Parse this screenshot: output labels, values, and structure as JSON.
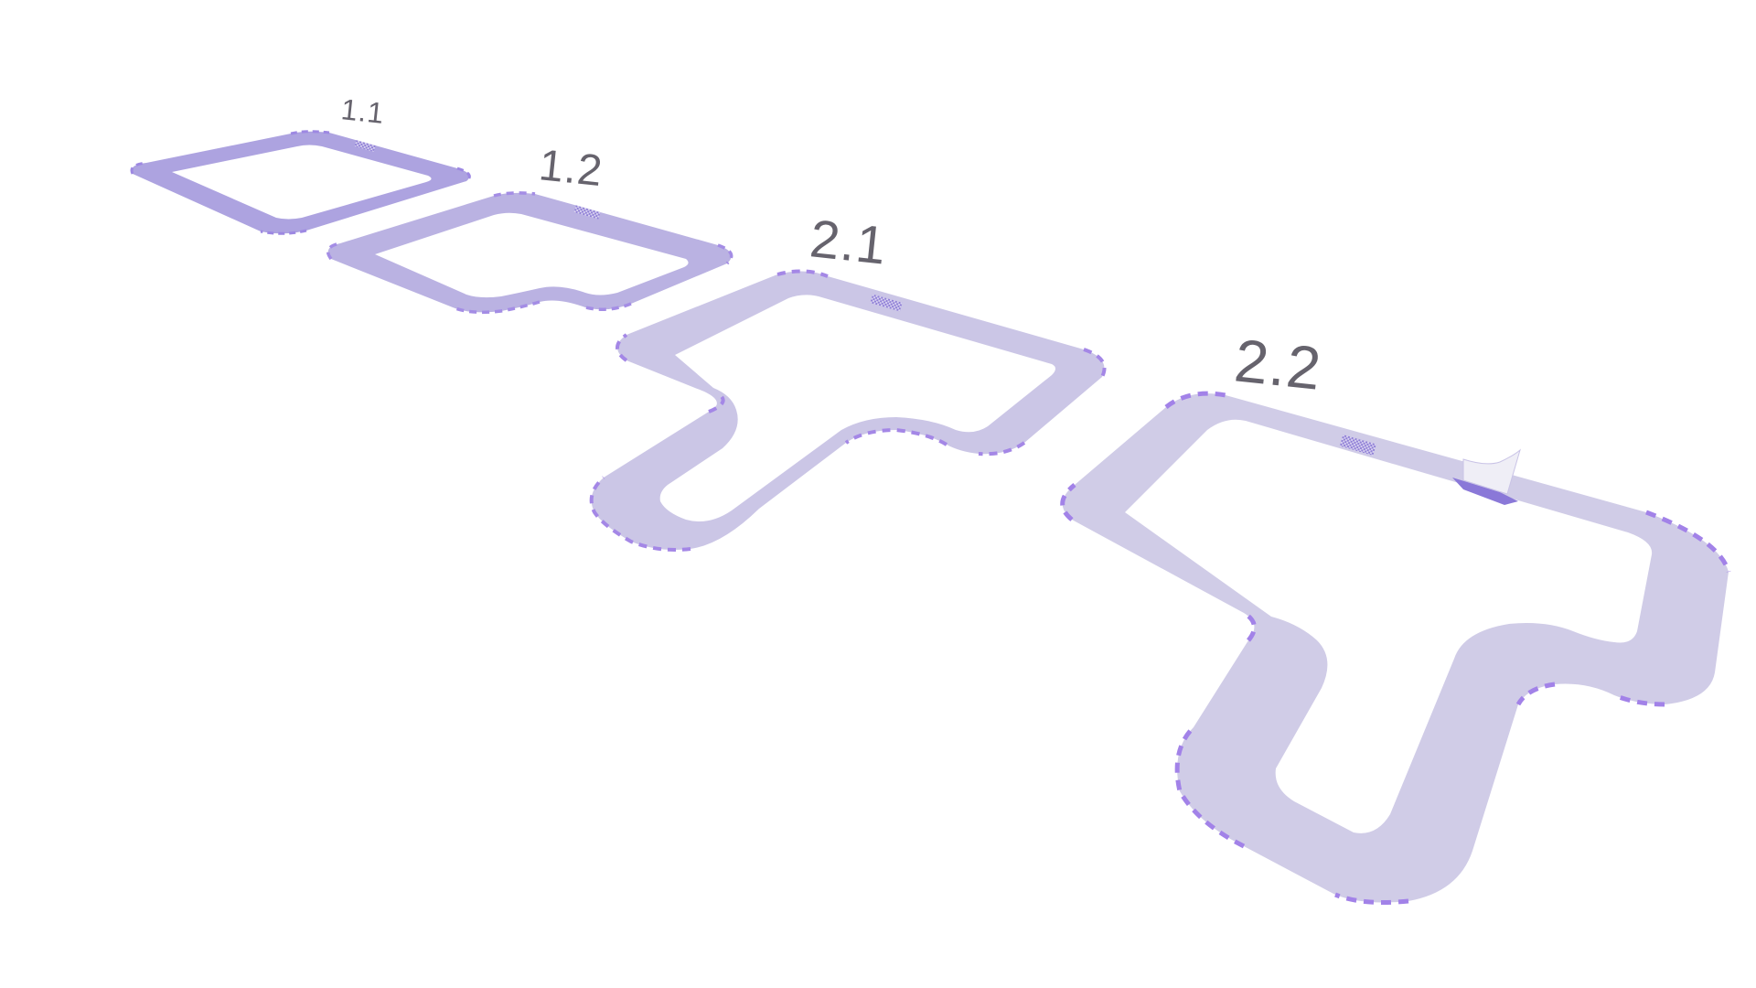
{
  "tracks": [
    {
      "label": "1.1"
    },
    {
      "label": "1.2"
    },
    {
      "label": "2.1"
    },
    {
      "label": "2.2"
    }
  ],
  "colors": {
    "background": "#ffffff",
    "track_light": "#d4d0e7",
    "track_mid": "#c3bce2",
    "track_dark": "#ab9fdf",
    "curb": "#a88ee6",
    "label": "#66636d"
  },
  "icons": {
    "start_grid": "checkered-start-line",
    "ramp": "ramp-icon"
  }
}
